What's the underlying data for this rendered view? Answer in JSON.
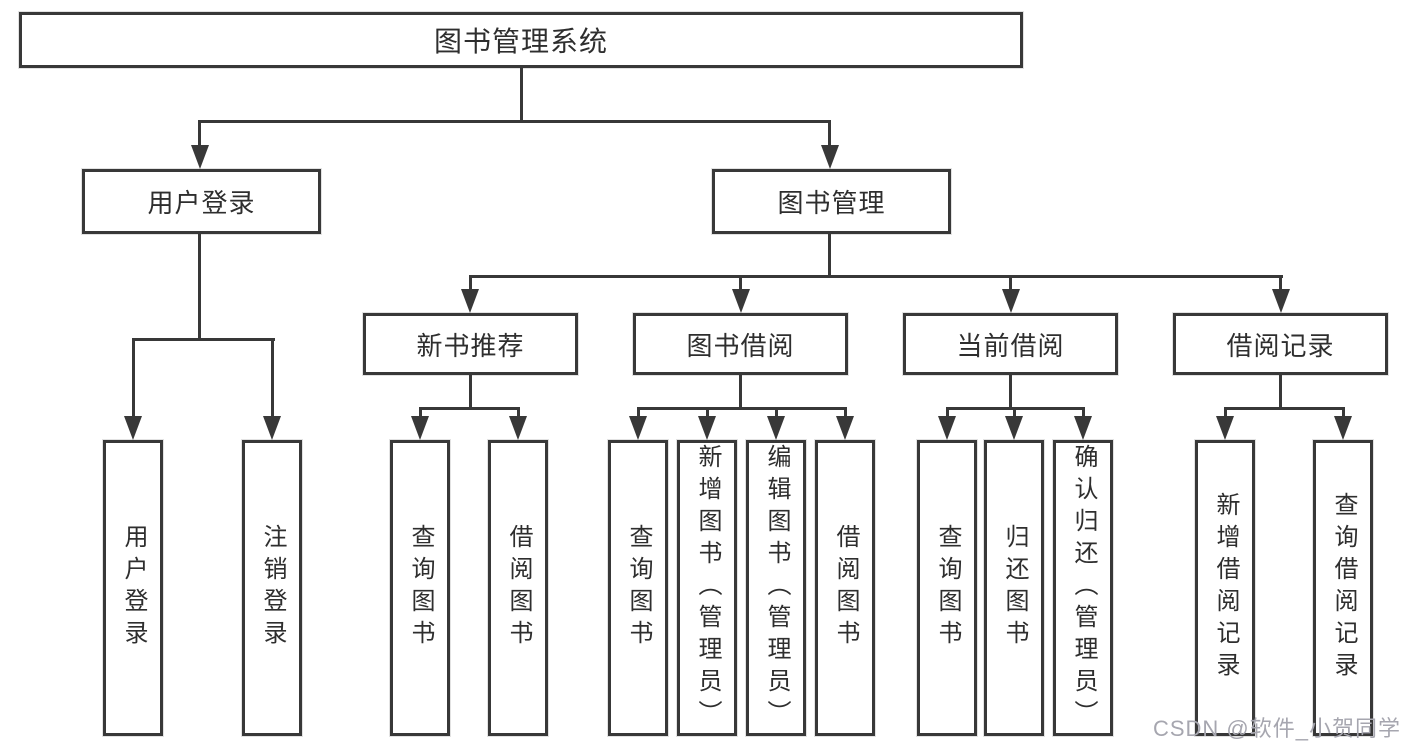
{
  "page": {
    "watermark": "CSDN @软件_小贺同学",
    "colors": {
      "line": "#383838",
      "text": "#2e2e2e",
      "box_background": "#ffffff",
      "watermark": "#a6a6af"
    },
    "root": {
      "label": "图书管理系统"
    },
    "level2": [
      {
        "label": "用户登录"
      },
      {
        "label": "图书管理"
      }
    ],
    "level3": [
      {
        "label": "新书推荐"
      },
      {
        "label": "图书借阅"
      },
      {
        "label": "当前借阅"
      },
      {
        "label": "借阅记录"
      }
    ],
    "leaves": {
      "user_login": [
        {
          "label": "用户登录"
        },
        {
          "label": "注销登录"
        }
      ],
      "new_book_recommend": [
        {
          "label": "查询图书"
        },
        {
          "label": "借阅图书"
        }
      ],
      "book_borrowing": [
        {
          "label": "查询图书"
        },
        {
          "label": "新增图书（管理员）"
        },
        {
          "label": "编辑图书（管理员）"
        },
        {
          "label": "借阅图书"
        }
      ],
      "current_borrowing": [
        {
          "label": "查询图书"
        },
        {
          "label": "归还图书"
        },
        {
          "label": "确认归还（管理员）"
        }
      ],
      "borrowing_records": [
        {
          "label": "新增借阅记录"
        },
        {
          "label": "查询借阅记录"
        }
      ]
    }
  }
}
